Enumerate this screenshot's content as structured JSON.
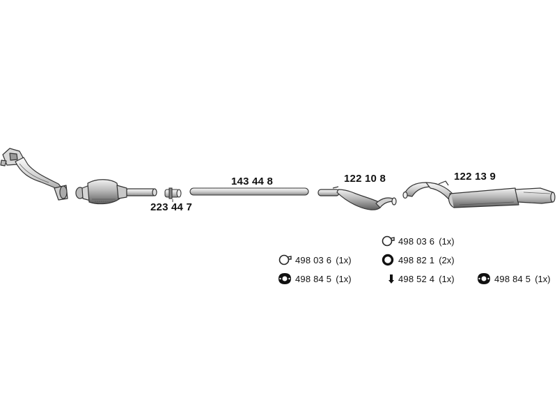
{
  "parts": {
    "front_pipe": {
      "icon": "front-pipe-icon"
    },
    "catalytic_converter": {
      "icon": "catalytic-converter-icon"
    },
    "connector": {
      "number": "223 44 7",
      "icon": "pipe-connector-icon"
    },
    "pipe": {
      "number": "143 44 8",
      "icon": "straight-pipe-icon"
    },
    "middle_silencer": {
      "number": "122 10 8",
      "icon": "middle-silencer-icon"
    },
    "rear_silencer": {
      "number": "122 13 9",
      "icon": "rear-silencer-icon"
    }
  },
  "accessories": [
    {
      "icon": "clamp-icon",
      "code": "498 03 6",
      "qty": "(1x)"
    },
    {
      "icon": "gasket-icon",
      "code": "498 84 5",
      "qty": "(1x)"
    },
    {
      "icon": "clamp-icon",
      "code": "498 03 6",
      "qty": "(1x)"
    },
    {
      "icon": "rubber-ring-icon",
      "code": "498 82 1",
      "qty": "(2x)"
    },
    {
      "icon": "rubber-mount-icon",
      "code": "498 52 4",
      "qty": "(1x)"
    },
    {
      "icon": "gasket-icon",
      "code": "498 84 5",
      "qty": "(1x)"
    }
  ],
  "colors": {
    "stroke": "#333333",
    "fill_light": "#e6e6e6",
    "fill_mid": "#bdbdbd",
    "fill_dark": "#777777"
  }
}
